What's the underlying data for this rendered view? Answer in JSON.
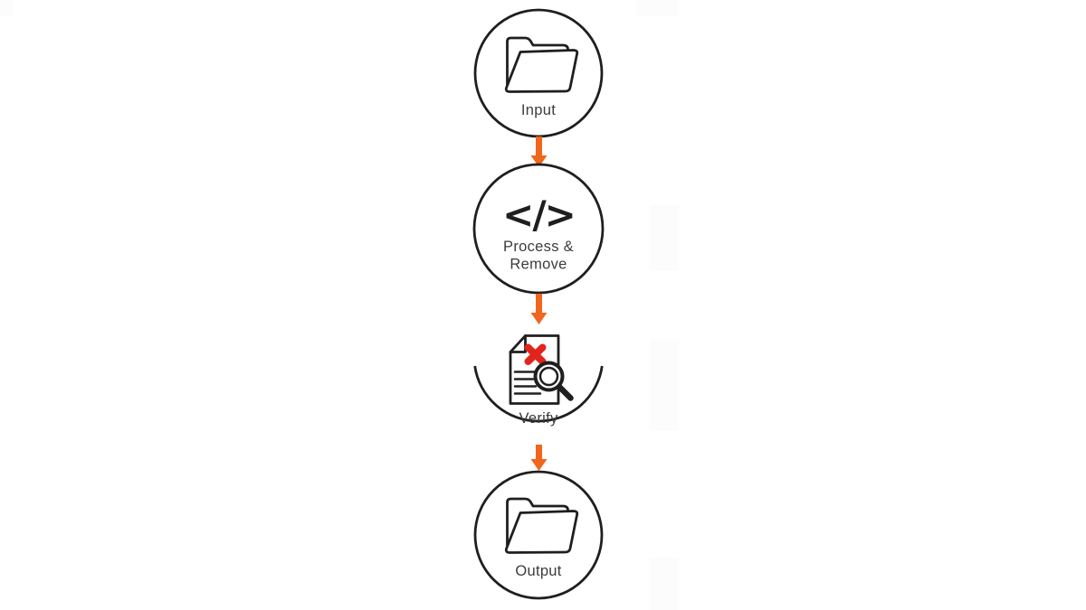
{
  "colors": {
    "background": "#ffffff",
    "outline": "#1f1f1f",
    "arrow_orange": "#f1661d",
    "error_red": "#e1251c",
    "label_text": "#3d3d3d"
  },
  "flow": {
    "nodes": [
      {
        "id": "input",
        "label": "Input",
        "icon": "open-folder-icon"
      },
      {
        "id": "process-remove",
        "label_line1": "Process &",
        "label_line2": "Remove",
        "icon": "code-icon",
        "code_glyph": "</>"
      },
      {
        "id": "verify",
        "label": "Verify",
        "icon": "document-error-magnifier-icon"
      },
      {
        "id": "output",
        "label": "Output",
        "icon": "open-folder-icon"
      }
    ],
    "connectors": [
      {
        "id": "arrow-input-process",
        "type": "down-arrow"
      },
      {
        "id": "arrow-process-verify",
        "type": "down-arrow"
      },
      {
        "id": "arrow-verify-output",
        "type": "down-arrow"
      }
    ]
  }
}
